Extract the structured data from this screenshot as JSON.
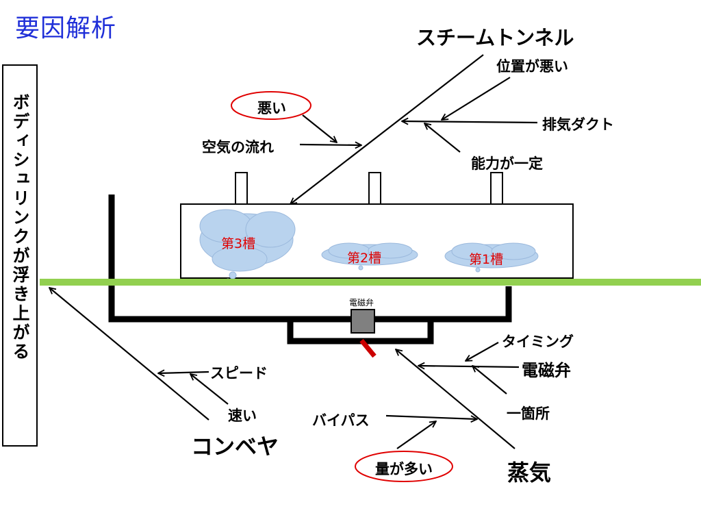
{
  "title": "要因解析",
  "side_box": "ボディシュリンクが浮き上がる",
  "categories": {
    "steam_tunnel": "スチームトンネル",
    "conveyor": "コンベヤ",
    "steam": "蒸気"
  },
  "causes": {
    "position_bad": "位置が悪い",
    "exhaust_duct": "排気ダクト",
    "capacity_fixed": "能力が一定",
    "bad": "悪い",
    "air_flow": "空気の流れ",
    "speed": "スピード",
    "fast": "速い",
    "timing": "タイミング",
    "solenoid_valve": "電磁弁",
    "one_place": "一箇所",
    "bypass": "バイパス",
    "amount_large": "量が多い"
  },
  "tanks": [
    "第3槽",
    "第2槽",
    "第1槽"
  ],
  "valve_label": "電磁弁",
  "colors": {
    "title": "#1f2fd8",
    "conveyor_line": "#92d050",
    "cloud": "#b9d3ee",
    "tank_text": "#e00000",
    "ellipse": "#e00000",
    "valve": "#808080",
    "valve_red": "#cc0000"
  }
}
